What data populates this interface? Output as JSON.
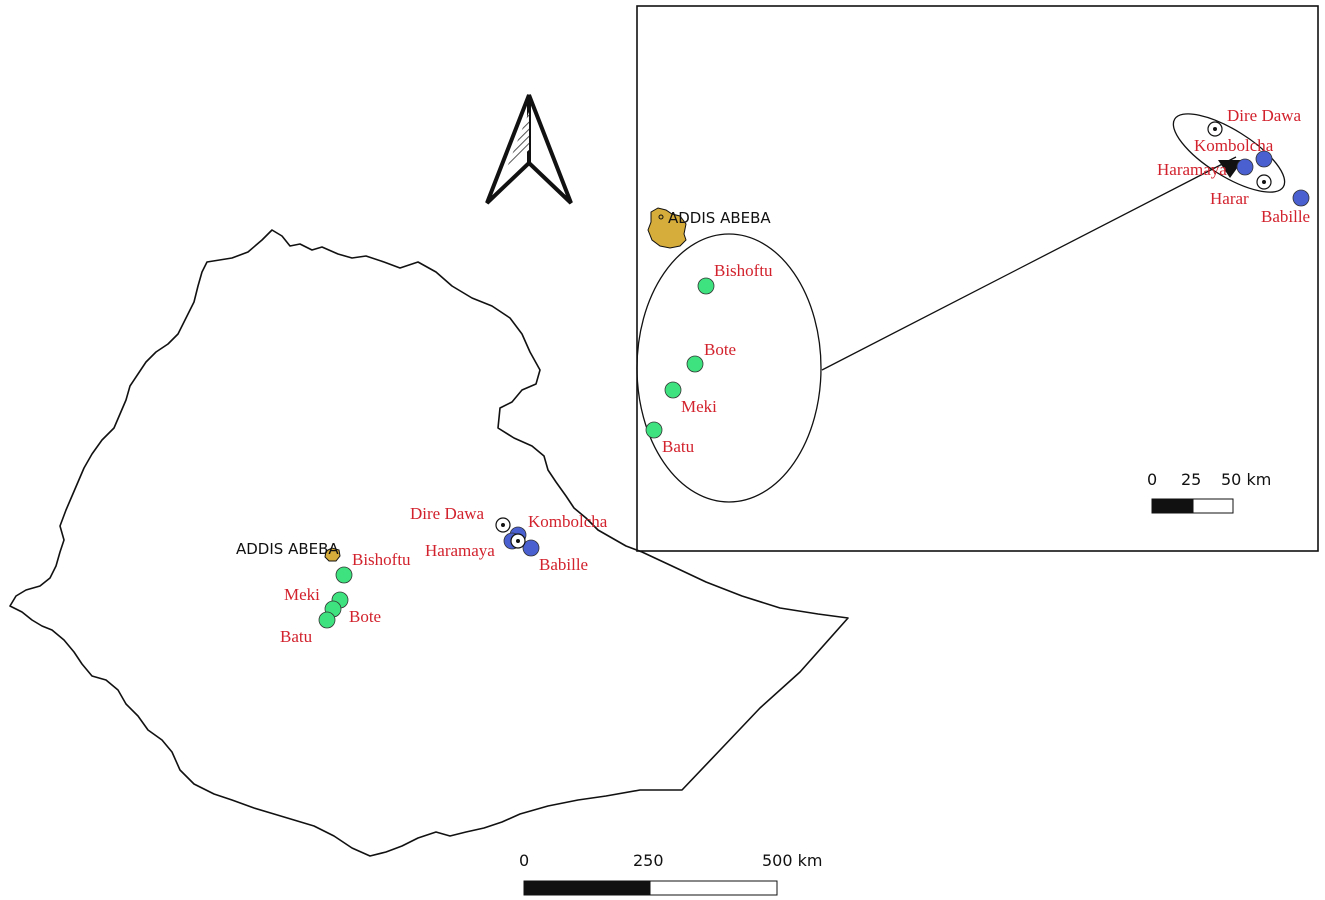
{
  "colors": {
    "site_green": "#3ee27e",
    "site_blue": "#4a5fd0",
    "label_red": "#d2222d",
    "capital_fill": "#d6ac3a",
    "outline": "#111111"
  },
  "capital": {
    "label": "ADDIS ABEBA"
  },
  "sites": {
    "green": [
      "Bishoftu",
      "Bote",
      "Meki",
      "Batu"
    ],
    "blue": [
      "Kombolcha",
      "Haramaya",
      "Babille"
    ],
    "marker_only": [
      "Dire Dawa",
      "Harar"
    ]
  },
  "main_map": {
    "labels": {
      "dire_dawa": "Dire Dawa",
      "kombolcha": "Kombolcha",
      "haramaya": "Haramaya",
      "babille": "Babille",
      "bishoftu": "Bishoftu",
      "meki": "Meki",
      "bote": "Bote",
      "batu": "Batu"
    },
    "scale_bar": {
      "ticks": [
        "0",
        "250",
        "500 km"
      ]
    }
  },
  "inset_map": {
    "labels": {
      "dire_dawa": "Dire Dawa",
      "kombolcha": "Kombolcha",
      "haramaya": "Haramaya",
      "harar": "Harar",
      "babille": "Babille",
      "bishoftu": "Bishoftu",
      "bote": "Bote",
      "meki": "Meki",
      "batu": "Batu"
    },
    "scale_bar": {
      "ticks": [
        "0",
        "25",
        "50 km"
      ]
    }
  },
  "north_arrow": {
    "icon": "north-arrow-icon"
  }
}
